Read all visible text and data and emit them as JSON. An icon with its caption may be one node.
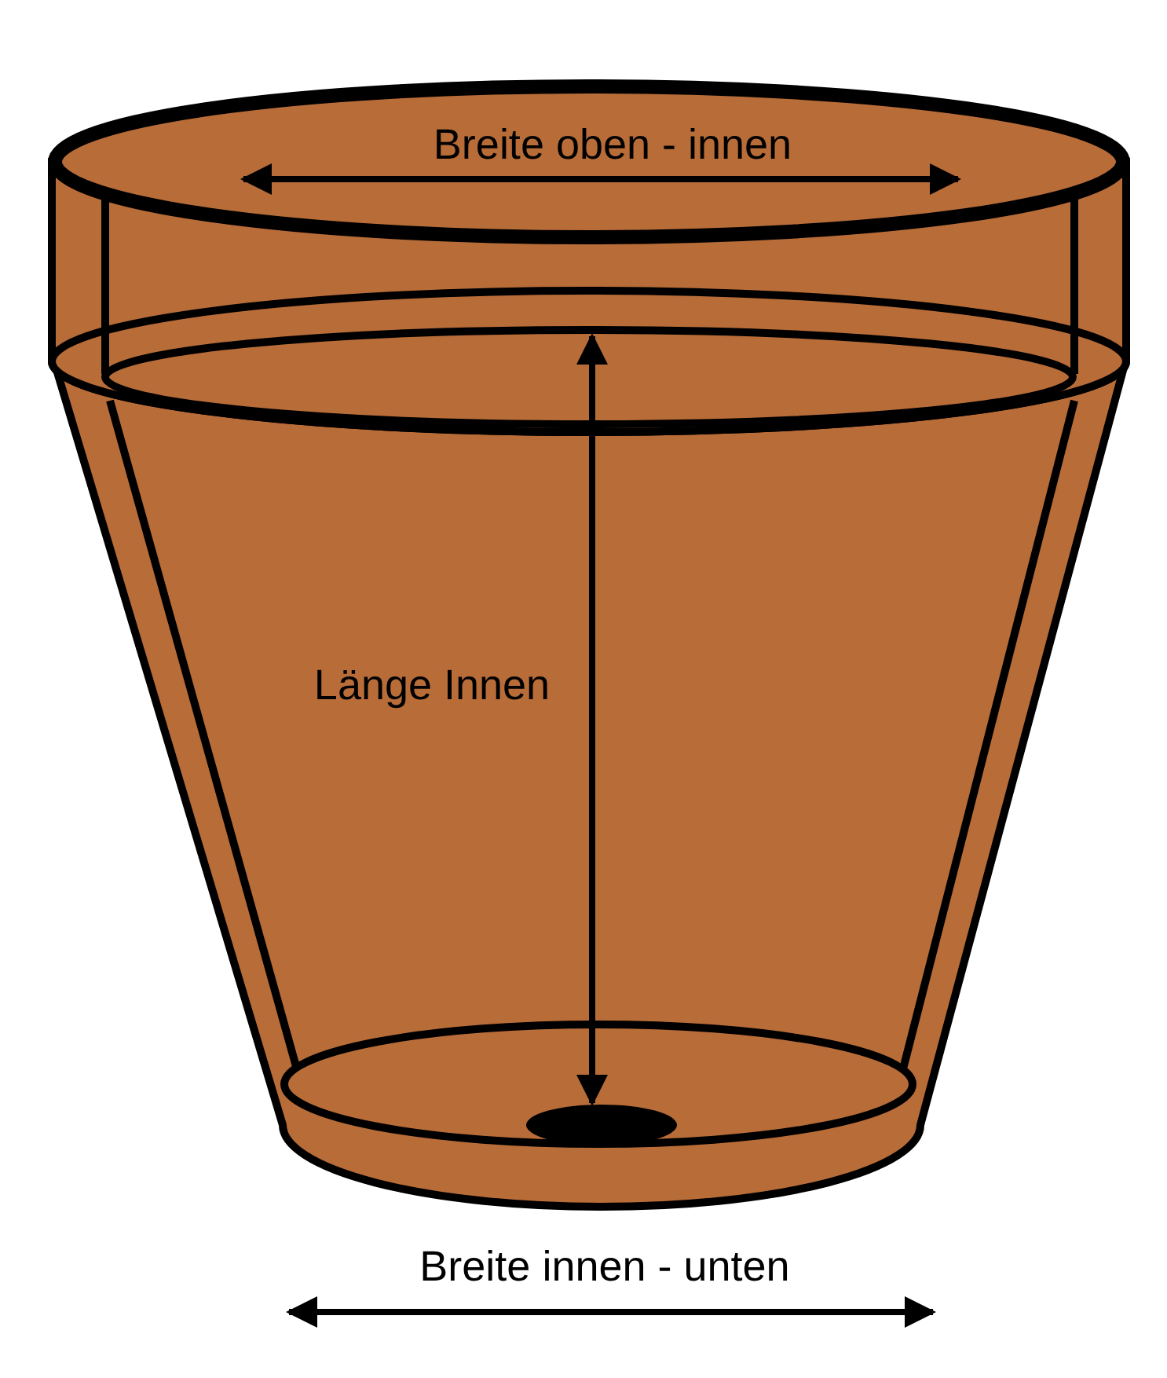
{
  "diagram": {
    "labels": [
      "Breite oben - innen",
      "Länge Innen",
      "Breite innen - unten"
    ]
  }
}
